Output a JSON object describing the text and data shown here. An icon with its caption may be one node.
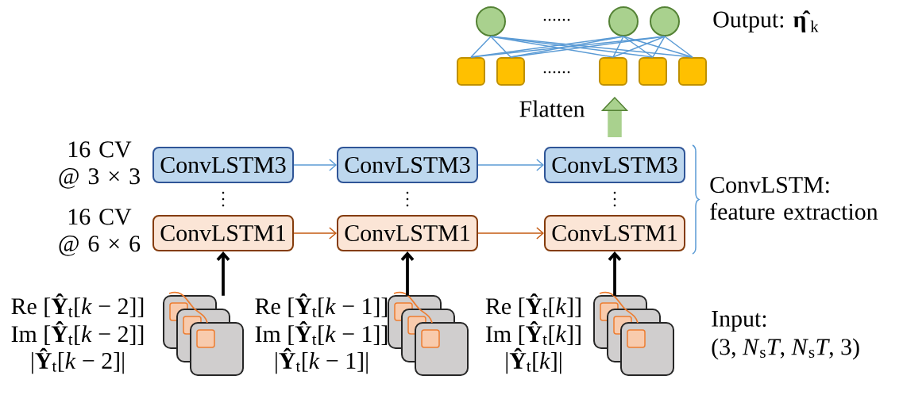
{
  "diagram": {
    "nodes": [
      {
        "text": [],
        "shape": "circle"
      },
      {
        "text": [],
        "shape": "circle"
      },
      {
        "text": [],
        "shape": "circle"
      },
      {
        "text": [],
        "shape": "box"
      },
      {
        "text": [],
        "shape": "box"
      },
      {
        "text": [],
        "shape": "box"
      },
      {
        "text": [],
        "shape": "box"
      },
      {
        "text": [],
        "shape": "box"
      },
      {
        "text": [
          "ConvLSTM3"
        ]
      },
      {
        "text": [
          "ConvLSTM3"
        ]
      },
      {
        "text": [
          "ConvLSTM3"
        ]
      },
      {
        "text": [
          "ConvLSTM1"
        ]
      },
      {
        "text": [
          "ConvLSTM1"
        ]
      },
      {
        "text": [
          "ConvLSTM1"
        ]
      },
      {
        "text": [],
        "shape": "picture",
        "beside": [
          "Re [**Ŷ**$_{t}$[*k* − 2]]",
          "Im [**Ŷ**$_{t}$[*k* − 2]]",
          "|**Ŷ**$_{t}$[*k* − 2]|"
        ]
      },
      {
        "text": [],
        "shape": "picture",
        "beside": [
          "Re [**Ŷ**$_{t}$[*k* − 1]]",
          "Im [**Ŷ**$_{t}$[*k* − 1]]",
          "|**Ŷ**$_{t}$[*k* − 1]|"
        ]
      },
      {
        "text": [],
        "shape": "picture",
        "beside": [
          "Re [**Ŷ**$_{t}$[*k*]]",
          "Im [**Ŷ**$_{t}$[*k*]]",
          "|**Ŷ**$_{t}$[*k*]|"
        ]
      }
    ],
    "edges": [
      {
        "from": 0,
        "to": 3,
        "arrow": "none"
      },
      {
        "from": 0,
        "to": 4,
        "arrow": "none"
      },
      {
        "from": 0,
        "to": 5,
        "arrow": "none"
      },
      {
        "from": 0,
        "to": 6,
        "arrow": "none"
      },
      {
        "from": 0,
        "to": 7,
        "arrow": "none"
      },
      {
        "from": 1,
        "to": 3,
        "arrow": "none"
      },
      {
        "from": 1,
        "to": 4,
        "arrow": "none"
      },
      {
        "from": 1,
        "to": 5,
        "arrow": "none"
      },
      {
        "from": 1,
        "to": 6,
        "arrow": "none"
      },
      {
        "from": 1,
        "to": 7,
        "arrow": "none"
      },
      {
        "from": 2,
        "to": 3,
        "arrow": "none"
      },
      {
        "from": 2,
        "to": 4,
        "arrow": "none"
      },
      {
        "from": 2,
        "to": 5,
        "arrow": "none"
      },
      {
        "from": 2,
        "to": 6,
        "arrow": "none"
      },
      {
        "from": 2,
        "to": 7,
        "arrow": "none"
      },
      {
        "from": 8,
        "to": 9,
        "arrow": "to"
      },
      {
        "from": 9,
        "to": 10,
        "arrow": "to"
      },
      {
        "from": 11,
        "to": 12,
        "arrow": "to",
        "color": "#c55a11"
      },
      {
        "from": 12,
        "to": 13,
        "arrow": "to",
        "color": "#c55a11"
      },
      {
        "from": 14,
        "to": 11,
        "arrow": "to",
        "style": "thick",
        "color": "#000000"
      },
      {
        "from": 15,
        "to": 12,
        "arrow": "to",
        "style": "thick",
        "color": "#000000"
      },
      {
        "from": 16,
        "to": 13,
        "arrow": "to",
        "style": "thick",
        "color": "#000000"
      },
      {
        "from": 10,
        "to": 5,
        "arrow": "to",
        "label": "Flatten",
        "style": "thick",
        "color": "#a9d18e"
      }
    ],
    "labels": [
      "Output: **η̂**$_{k}$",
      "16 CV @ 3 × 3",
      "ConvLSTM: feature extraction",
      "16 CV @ 6 × 6",
      "Input:",
      "(3, *N*$_{s}$*T*, *N*$_{s}$*T*, 3)"
    ]
  }
}
